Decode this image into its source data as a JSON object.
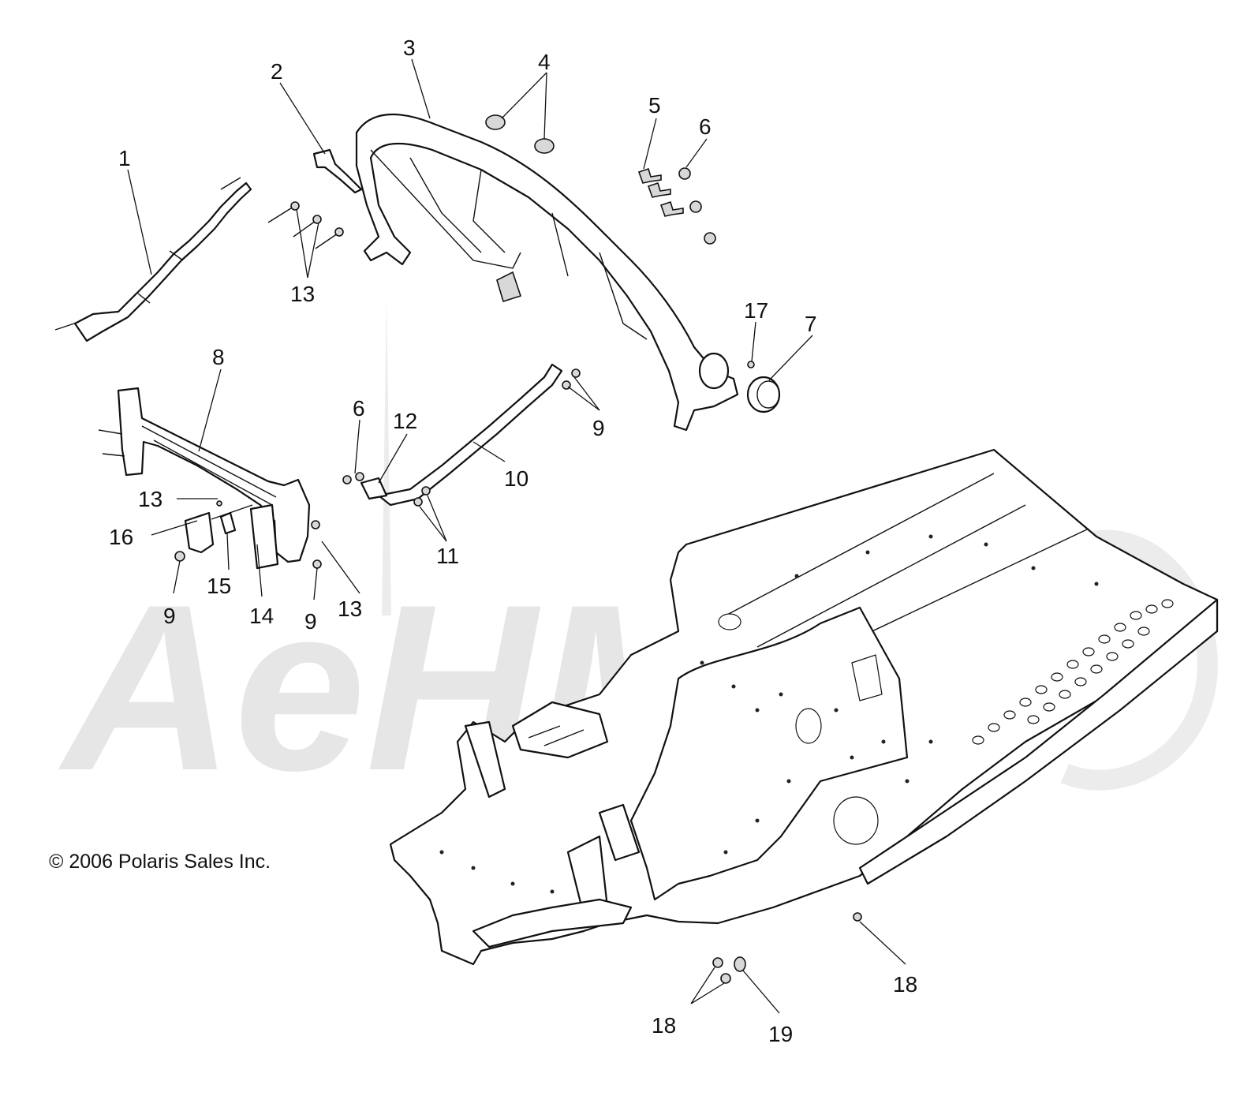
{
  "copyright": "© 2006 Polaris Sales Inc.",
  "watermark": "AeHM",
  "colors": {
    "linework": "#111111",
    "watermark": "#e6e6e6",
    "background": "#ffffff"
  },
  "callouts": [
    {
      "id": "c1",
      "label": "1"
    },
    {
      "id": "c2",
      "label": "2"
    },
    {
      "id": "c3",
      "label": "3"
    },
    {
      "id": "c4",
      "label": "4"
    },
    {
      "id": "c5",
      "label": "5"
    },
    {
      "id": "c6a",
      "label": "6"
    },
    {
      "id": "c7",
      "label": "7"
    },
    {
      "id": "c8",
      "label": "8"
    },
    {
      "id": "c9a",
      "label": "9"
    },
    {
      "id": "c6b",
      "label": "6"
    },
    {
      "id": "c12",
      "label": "12"
    },
    {
      "id": "c10",
      "label": "10"
    },
    {
      "id": "c13a",
      "label": "13"
    },
    {
      "id": "c13b",
      "label": "13"
    },
    {
      "id": "c16",
      "label": "16"
    },
    {
      "id": "c11",
      "label": "11"
    },
    {
      "id": "c15",
      "label": "15"
    },
    {
      "id": "c9b",
      "label": "9"
    },
    {
      "id": "c14",
      "label": "14"
    },
    {
      "id": "c9c",
      "label": "9"
    },
    {
      "id": "c13c",
      "label": "13"
    },
    {
      "id": "c17",
      "label": "17"
    },
    {
      "id": "c18a",
      "label": "18"
    },
    {
      "id": "c18b",
      "label": "18"
    },
    {
      "id": "c19",
      "label": "19"
    }
  ]
}
